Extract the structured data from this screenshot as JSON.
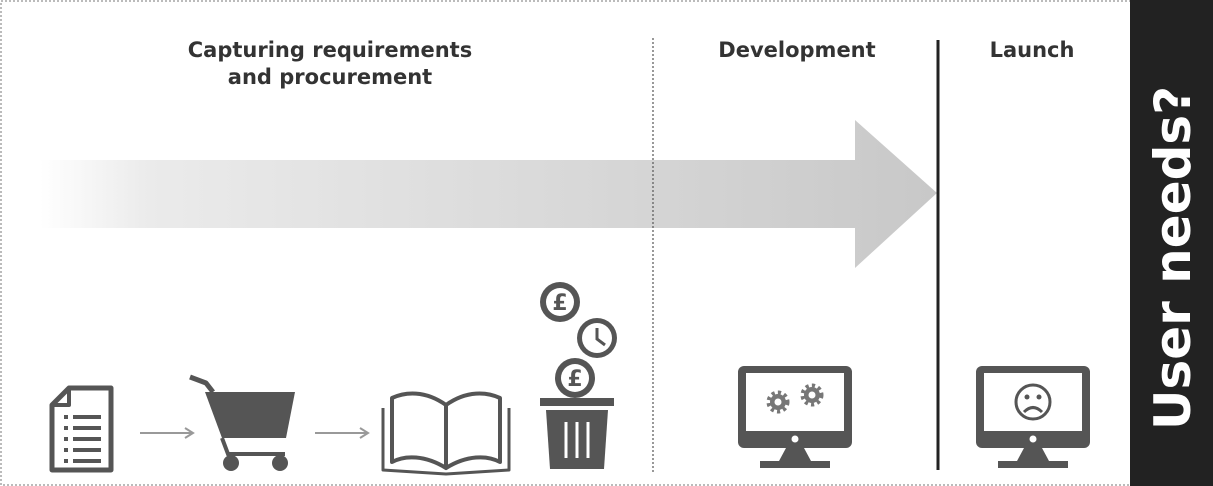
{
  "stages": {
    "capturing_line1": "Capturing requirements",
    "capturing_line2": "and procurement",
    "development": "Development",
    "launch": "Launch"
  },
  "sidebar": {
    "question": "User needs?"
  },
  "icons": {
    "requirements_document": "document-list-icon",
    "procurement_cart": "shopping-cart-icon",
    "manual": "open-book-icon",
    "waste_bin": "trash-bin-icon",
    "money_coin": "pound-coin-icon",
    "time_clock": "clock-icon",
    "development_monitor": "monitor-gears-icon",
    "launch_monitor": "monitor-sad-face-icon"
  },
  "currency_symbol": "£",
  "colors": {
    "icon": "#555555",
    "arrow": "#cccccc",
    "sidebar_background": "#222222",
    "sidebar_text": "#ffffff",
    "divider": "#222222"
  }
}
